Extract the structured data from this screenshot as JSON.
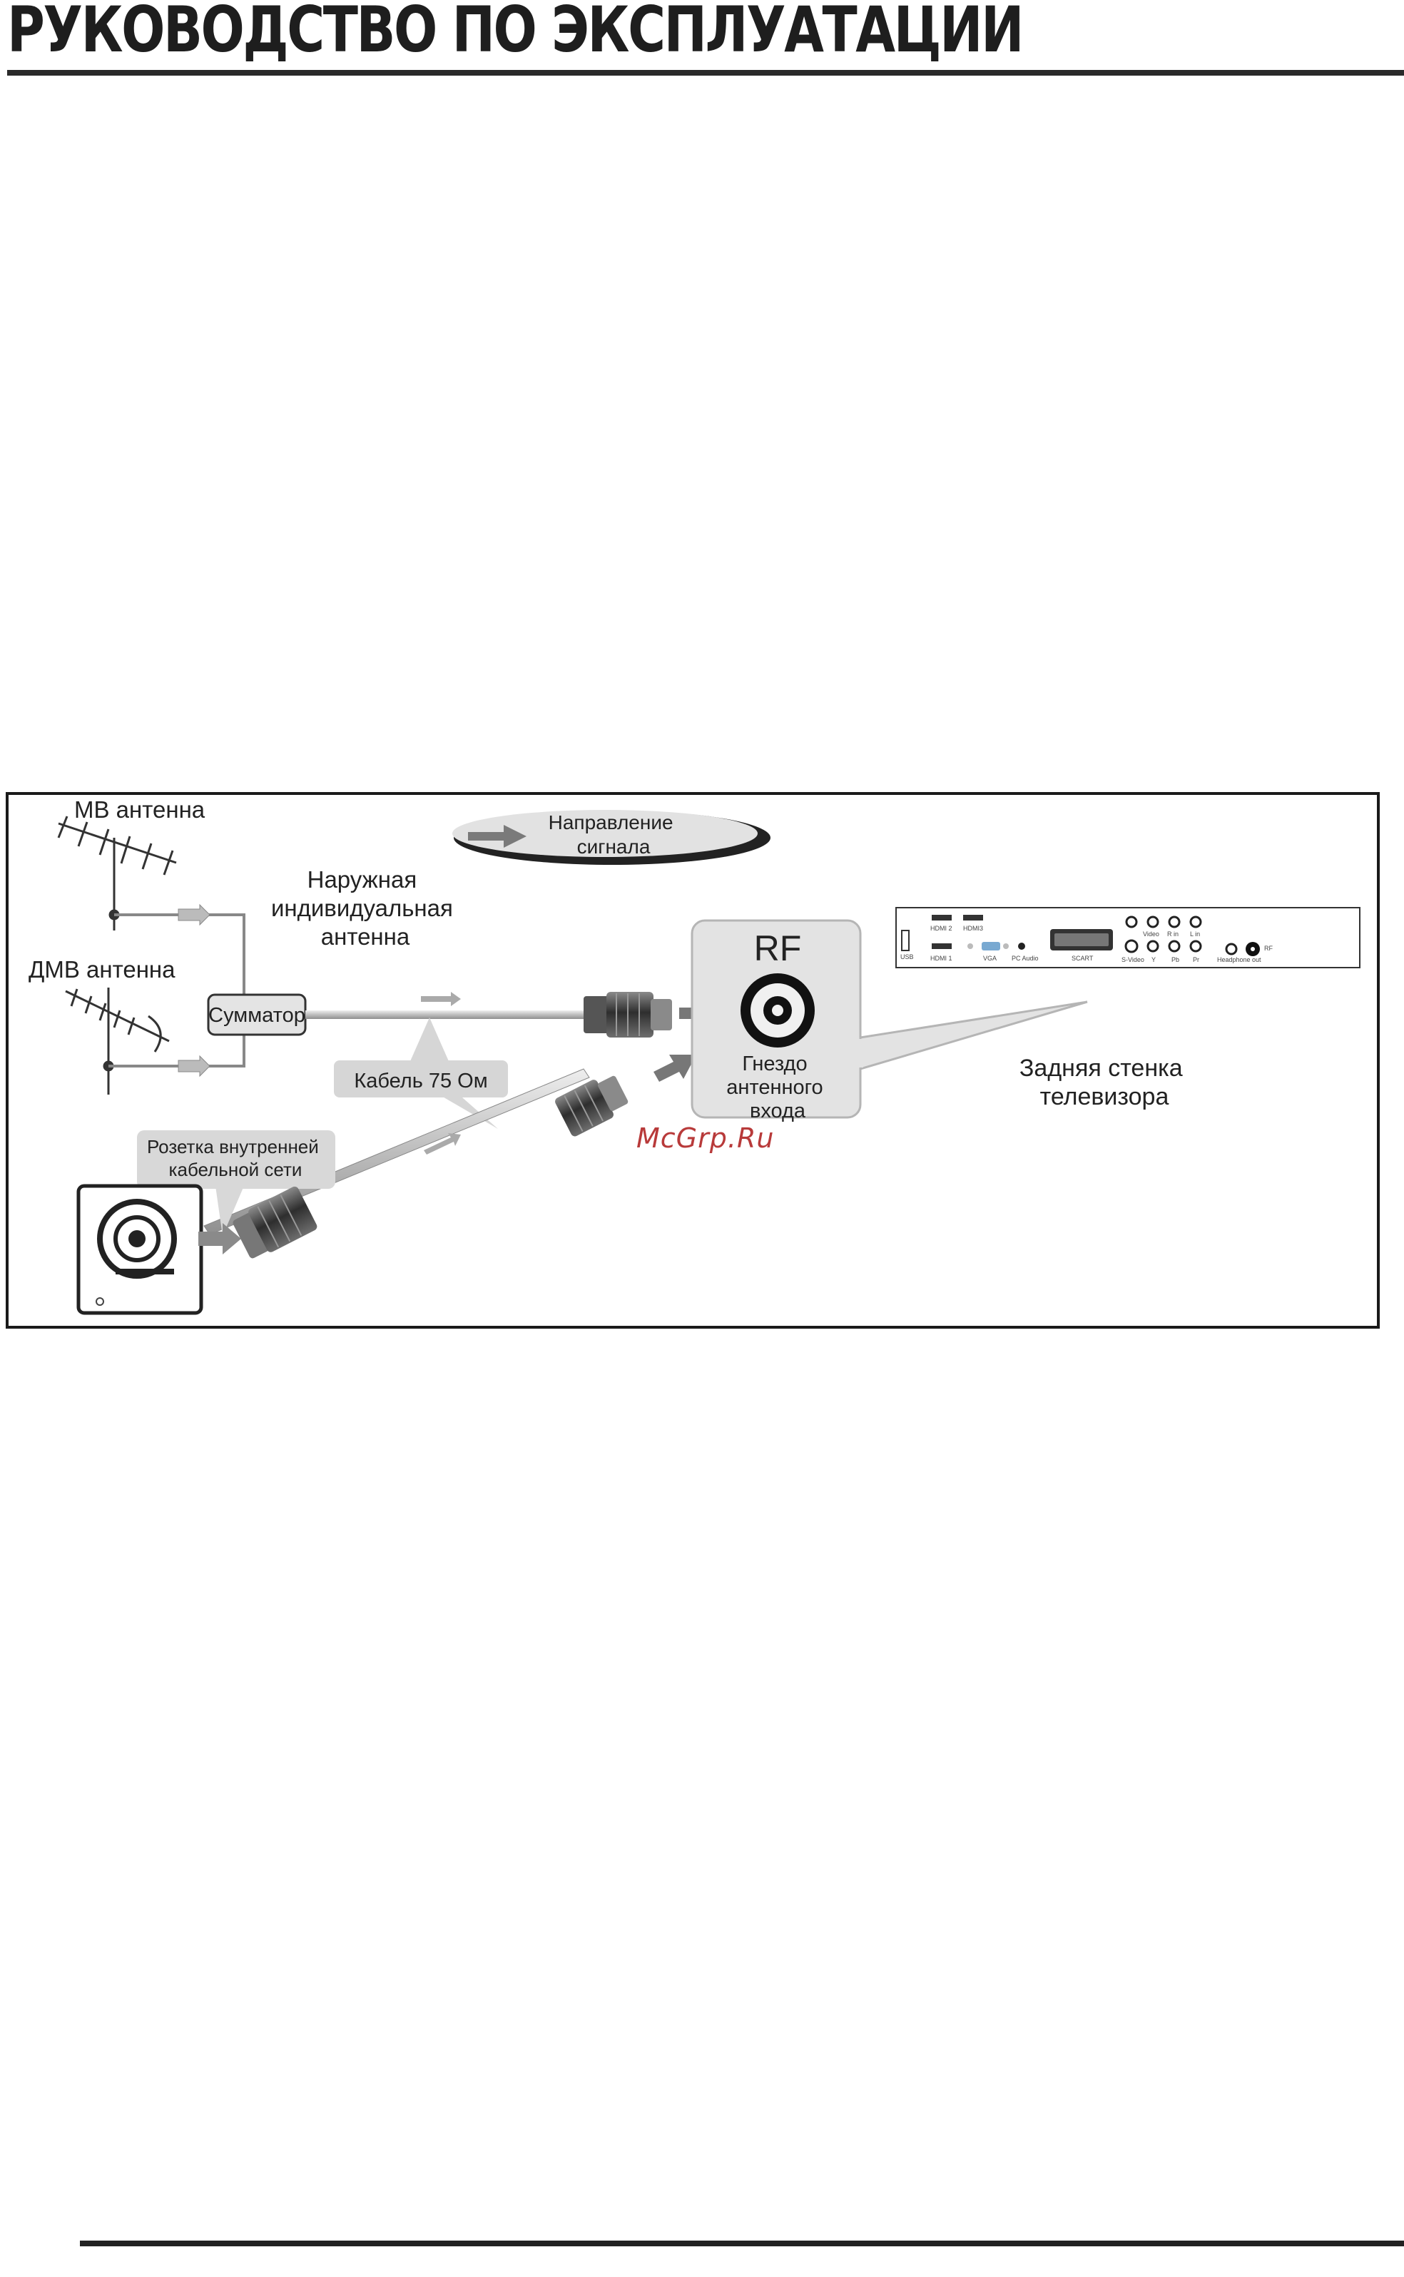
{
  "header": {
    "title": "РУКОВОДСТВО ПО ЭКСПЛУАТАЦИИ"
  },
  "diagram": {
    "mv_antenna": "МВ антенна",
    "dmv_antenna": "ДМВ антенна",
    "outdoor_antenna": [
      "Наружная",
      "индивидуальная",
      "антенна"
    ],
    "signal_direction": [
      "Направление",
      "сигнала"
    ],
    "combiner": "Сумматор",
    "cable": "Кабель 75 Ом",
    "cable_socket": [
      "Розетка внутренней",
      "кабельной сети"
    ],
    "rf_label": "RF",
    "rf_socket": [
      "Гнездо",
      "антенного",
      "входа"
    ],
    "tv_back_panel": [
      "Задняя стенка",
      "телевизора"
    ],
    "panel_ports": {
      "hdmi2": "HDMI 2",
      "hdmi3": "HDMI3",
      "hdmi1": "HDMI 1",
      "usb": "USB",
      "vga": "VGA",
      "pc_audio": "PC Audio",
      "scart": "SCART",
      "s_video": "S-Video",
      "video": "Video",
      "r_in": "R in",
      "l_in": "L in",
      "y": "Y",
      "pb": "Pb",
      "pr": "Pr",
      "headphone": "Headphone out",
      "rf": "RF"
    },
    "watermark": "McGrp.Ru"
  },
  "colors": {
    "ink": "#1a1a1a",
    "panel_bg": "#e6e6e6",
    "watermark": "#b83a3a"
  }
}
